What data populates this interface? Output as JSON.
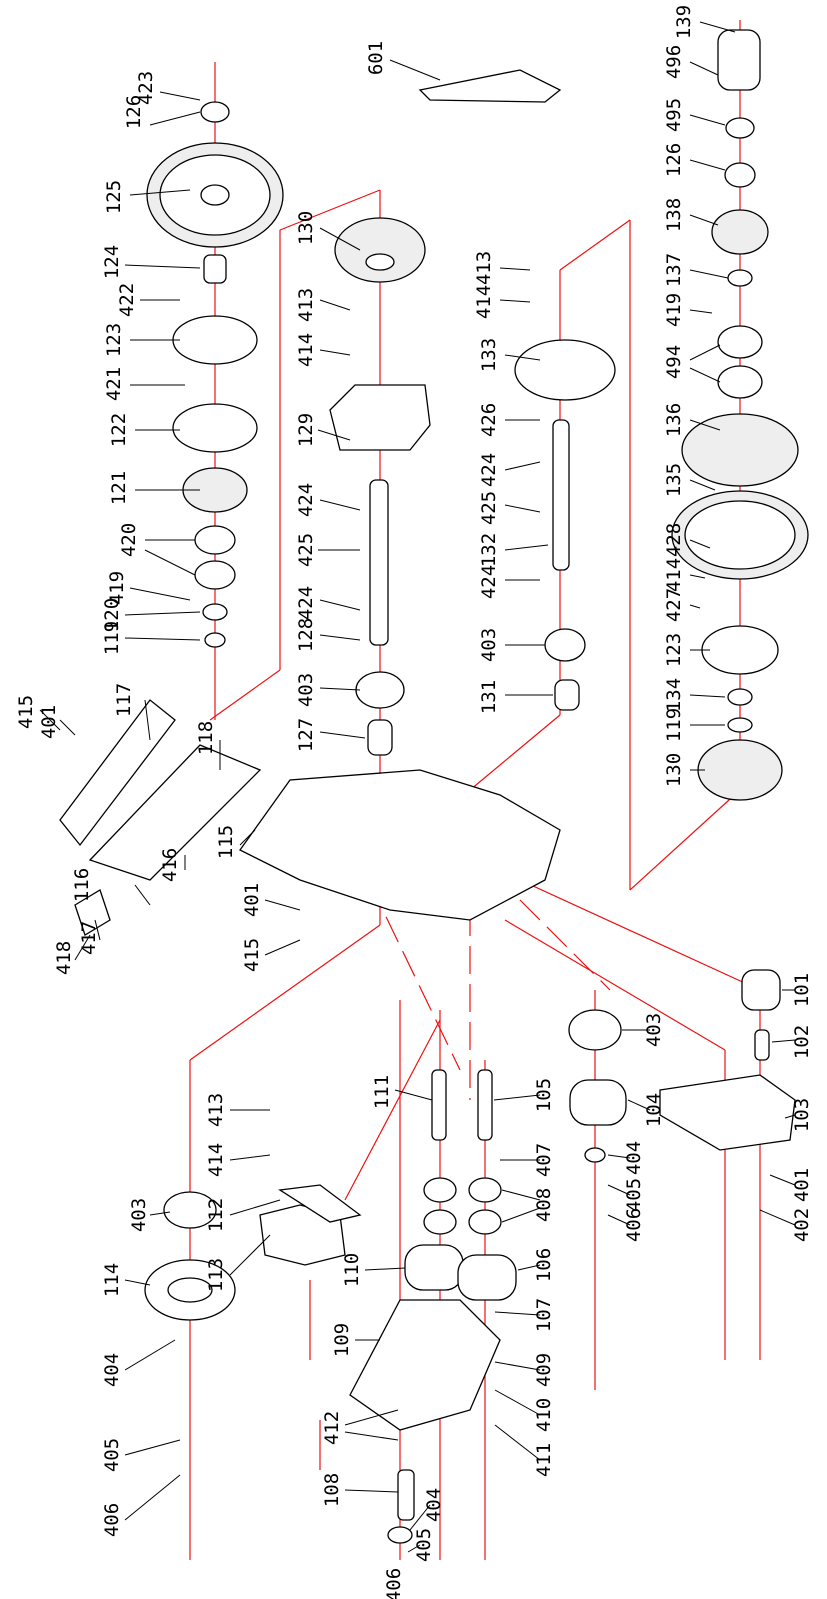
{
  "diagram": {
    "kind": "exploded-parts-view",
    "colors": {
      "assembly_lines": "#e11111",
      "outline": "#000000",
      "background": "#ffffff"
    },
    "labels": [
      "423",
      "126",
      "125",
      "124",
      "422",
      "123",
      "421",
      "122",
      "121",
      "420",
      "419",
      "120",
      "119",
      "117",
      "415",
      "401",
      "118",
      "116",
      "418",
      "417",
      "416",
      "115",
      "401",
      "415",
      "130",
      "413",
      "414",
      "129",
      "424",
      "425",
      "424",
      "128",
      "403",
      "127",
      "601",
      "413",
      "414",
      "133",
      "426",
      "424",
      "425",
      "132",
      "424",
      "403",
      "131",
      "139",
      "496",
      "495",
      "126",
      "138",
      "137",
      "419",
      "494",
      "136",
      "135",
      "428",
      "414",
      "427",
      "123",
      "134",
      "119",
      "130",
      "101",
      "102",
      "103",
      "401",
      "402",
      "403",
      "104",
      "404",
      "405",
      "406",
      "105",
      "407",
      "408",
      "106",
      "107",
      "409",
      "410",
      "411",
      "111",
      "110",
      "109",
      "412",
      "108",
      "404",
      "405",
      "406",
      "413",
      "414",
      "112",
      "113",
      "403",
      "114",
      "404",
      "405",
      "406"
    ]
  }
}
